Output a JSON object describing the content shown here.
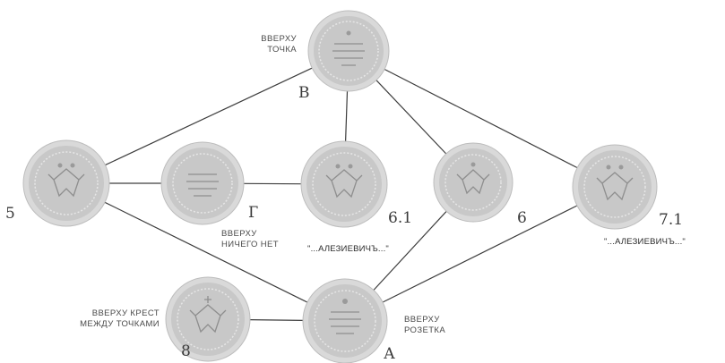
{
  "nodes": {
    "b": {
      "id": "В",
      "note_lines": [
        "ВВЕРХУ",
        "ТОЧКА"
      ],
      "icon": "coin-text-icon"
    },
    "n5": {
      "id": "5",
      "note_lines": [],
      "icon": "coin-eagle-icon"
    },
    "g": {
      "id": "Г",
      "note_lines": [
        "ВВЕРХУ",
        "НИЧЕГО НЕТ"
      ],
      "icon": "coin-text-icon"
    },
    "n61": {
      "id": "6.1",
      "note_lines": [],
      "quote": "\"...АЛЕЗИЕВИЧЪ...\"",
      "icon": "coin-eagle-icon"
    },
    "n6": {
      "id": "6",
      "note_lines": [],
      "icon": "coin-eagle-icon"
    },
    "n71": {
      "id": "7.1",
      "note_lines": [],
      "quote": "\"...АЛЕЗИЕВИЧЪ...\"",
      "icon": "coin-eagle-icon"
    },
    "n8": {
      "id": "8",
      "note_lines": [
        "ВВЕРХУ КРЕСТ",
        "МЕЖДУ ТОЧКАМИ"
      ],
      "icon": "coin-eagle-icon"
    },
    "a": {
      "id": "А",
      "note_lines": [
        "ВВЕРХУ",
        "РОЗЕТКА"
      ],
      "icon": "coin-text-icon"
    }
  },
  "edges": [
    [
      "b",
      "n5"
    ],
    [
      "b",
      "n61"
    ],
    [
      "b",
      "n6"
    ],
    [
      "b",
      "n71"
    ],
    [
      "n5",
      "g"
    ],
    [
      "g",
      "n61"
    ],
    [
      "n5",
      "a"
    ],
    [
      "a",
      "n6"
    ],
    [
      "a",
      "n71"
    ],
    [
      "a",
      "n8"
    ]
  ]
}
